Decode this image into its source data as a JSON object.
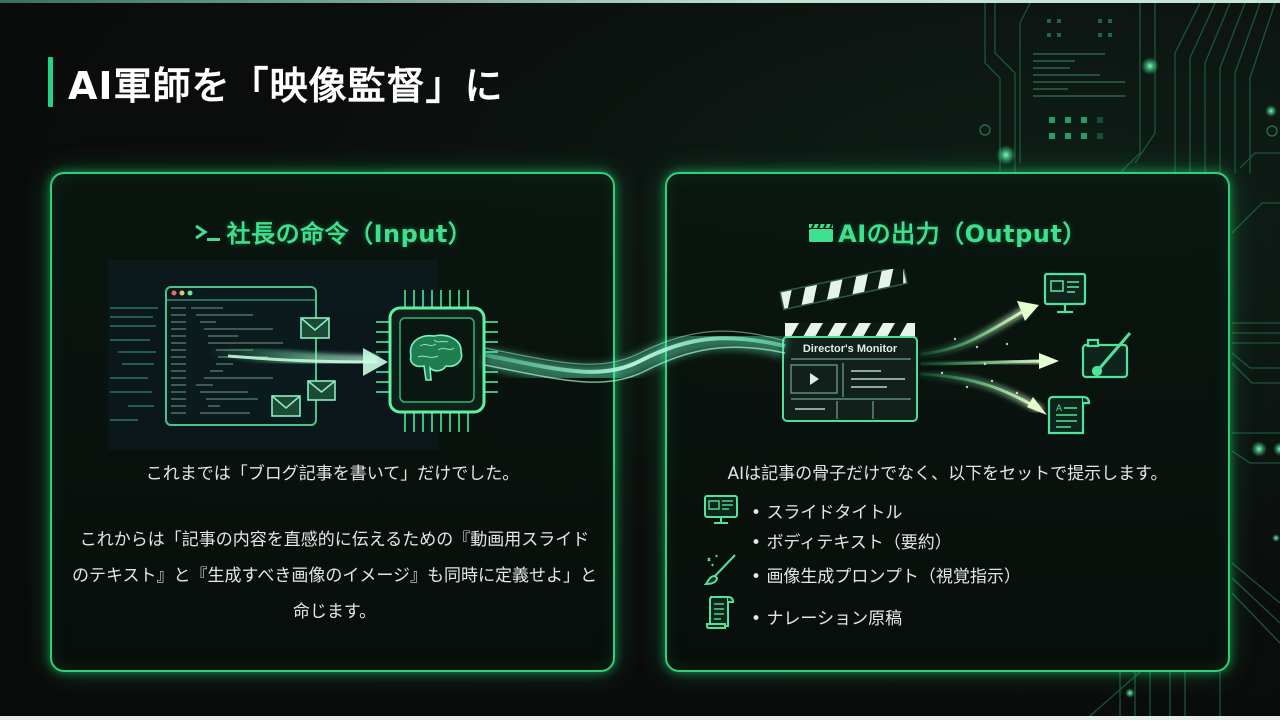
{
  "slide": {
    "title": "AI軍師を「映像監督」に",
    "accent_color": "#22d38a",
    "panel_border_color": "#2fd07a",
    "background_color": "#0b0d0c"
  },
  "input_panel": {
    "icon": "terminal-prompt-icon",
    "icon_glyph": "≻_",
    "heading": "社長の命令（Input）",
    "illustration": {
      "description": "code editor window with envelopes flowing into a brain chip",
      "elements": [
        "code-window",
        "email-envelope",
        "email-envelope",
        "email-envelope",
        "brain-chip"
      ]
    },
    "text_before": "これまでは「ブログ記事を書いて」だけでした。",
    "text_after": "これからは「記事の内容を直感的に伝えるための『動画用スライドのテキスト』と『生成すべき画像のイメージ』も同時に定義せよ」と命じます。"
  },
  "output_panel": {
    "icon": "clapperboard-icon",
    "heading": "AIの出力（Output）",
    "illustration": {
      "clapper_label": "Director's Monitor",
      "outputs": [
        "monitor-icon",
        "camera-brush-icon",
        "script-scroll-icon"
      ]
    },
    "intro": "AIは記事の骨子だけでなく、以下をセットで提示します。",
    "items": [
      {
        "icon": "monitor-icon",
        "label": "スライドタイトル"
      },
      {
        "icon": "",
        "label": "ボディテキスト（要約）"
      },
      {
        "icon": "paintbrush-sparkle-icon",
        "label": "画像生成プロンプト（視覚指示）"
      },
      {
        "icon": "script-scroll-icon",
        "label": "ナレーション原稿"
      }
    ]
  }
}
